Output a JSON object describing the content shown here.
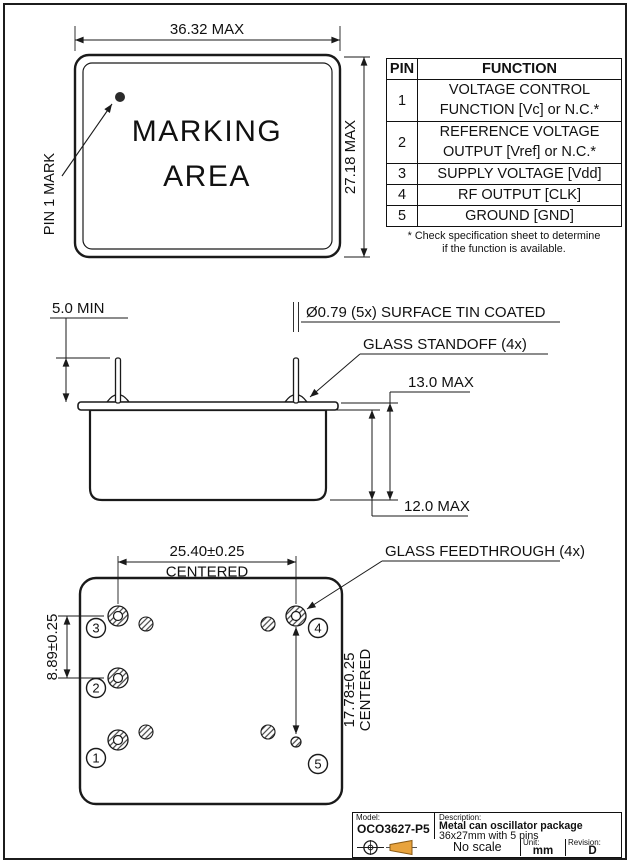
{
  "colors": {
    "ink": "#1a1a1a",
    "cone_fill": "#e8a33d"
  },
  "top_view": {
    "marking_line1": "MARKING",
    "marking_line2": "AREA",
    "pin1_mark_label": "PIN 1 MARK",
    "width_dim": "36.32 MAX",
    "height_dim": "27.18 MAX"
  },
  "pin_table": {
    "col_pin": "PIN",
    "col_function": "FUNCTION",
    "rows": [
      {
        "pin": "1",
        "lines": [
          "VOLTAGE CONTROL",
          "FUNCTION  [Vc] or N.C.*"
        ]
      },
      {
        "pin": "2",
        "lines": [
          "REFERENCE VOLTAGE",
          "OUTPUT  [Vref] or N.C.*"
        ]
      },
      {
        "pin": "3",
        "lines": [
          "SUPPLY VOLTAGE  [Vdd]"
        ]
      },
      {
        "pin": "4",
        "lines": [
          "RF OUTPUT  [CLK]"
        ]
      },
      {
        "pin": "5",
        "lines": [
          "GROUND  [GND]"
        ]
      }
    ],
    "footnote_line1": "* Check specification sheet to determine",
    "footnote_line2": "if the function is available."
  },
  "side_view": {
    "pin_length_dim": "5.0 MIN",
    "pin_dia_callout": "Ø0.79 (5x) SURFACE TIN COATED",
    "standoff_callout": "GLASS STANDOFF (4x)",
    "height_dim": "13.0 MAX",
    "body_height_dim": "12.0 MAX"
  },
  "bottom_view": {
    "feedthrough_callout": "GLASS FEEDTHROUGH (4x)",
    "pin_span_dim": "25.40±0.25",
    "pin_span_note": "CENTERED",
    "pin_pitch_dim": "8.89±0.25",
    "right_span_dim": "17.78±0.25",
    "right_span_note": "CENTERED",
    "pins": [
      {
        "num": "1"
      },
      {
        "num": "2"
      },
      {
        "num": "3"
      },
      {
        "num": "4"
      },
      {
        "num": "5"
      }
    ]
  },
  "title_block": {
    "model_label": "Model:",
    "model_value": "OCO3627-P5",
    "description_label": "Description:",
    "description_line1": "Metal can oscillator package",
    "description_line2": "36x27mm with 5 pins",
    "scale_note": "No scale",
    "unit_label": "Unit:",
    "unit_value": "mm",
    "revision_label": "Revision:",
    "revision_value": "D"
  }
}
